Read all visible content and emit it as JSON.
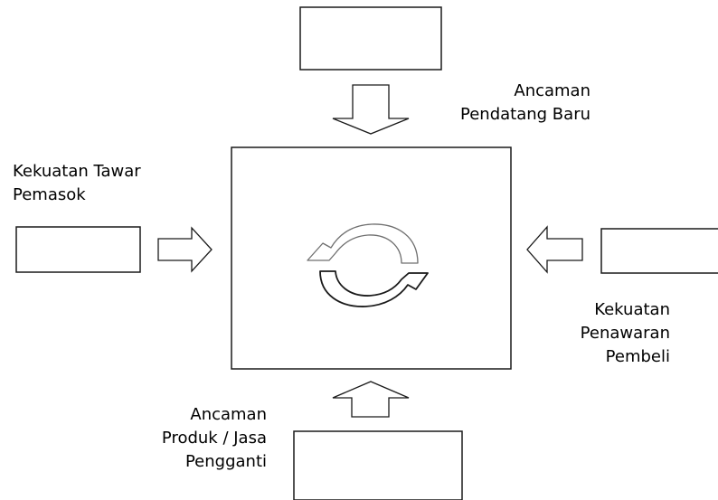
{
  "colors": {
    "stroke": "#1a1a1a",
    "fill": "#ffffff",
    "cycle_arrow_dark": "#1a1a1a",
    "cycle_arrow_light": "#6f6f6f"
  },
  "labels": {
    "top": {
      "line1": "Ancaman",
      "line2": "Pendatang Baru"
    },
    "left": {
      "line1": "Kekuatan Tawar",
      "line2": "Pemasok"
    },
    "right": {
      "line1": "Kekuatan",
      "line2": "Penawaran",
      "line3": "Pembeli"
    },
    "bottom": {
      "line1": "Ancaman",
      "line2": "Produk / Jasa",
      "line3": "Pengganti"
    }
  },
  "icons": {
    "center": "cycle-arrows-icon",
    "arrows": "block-arrow-icon"
  }
}
